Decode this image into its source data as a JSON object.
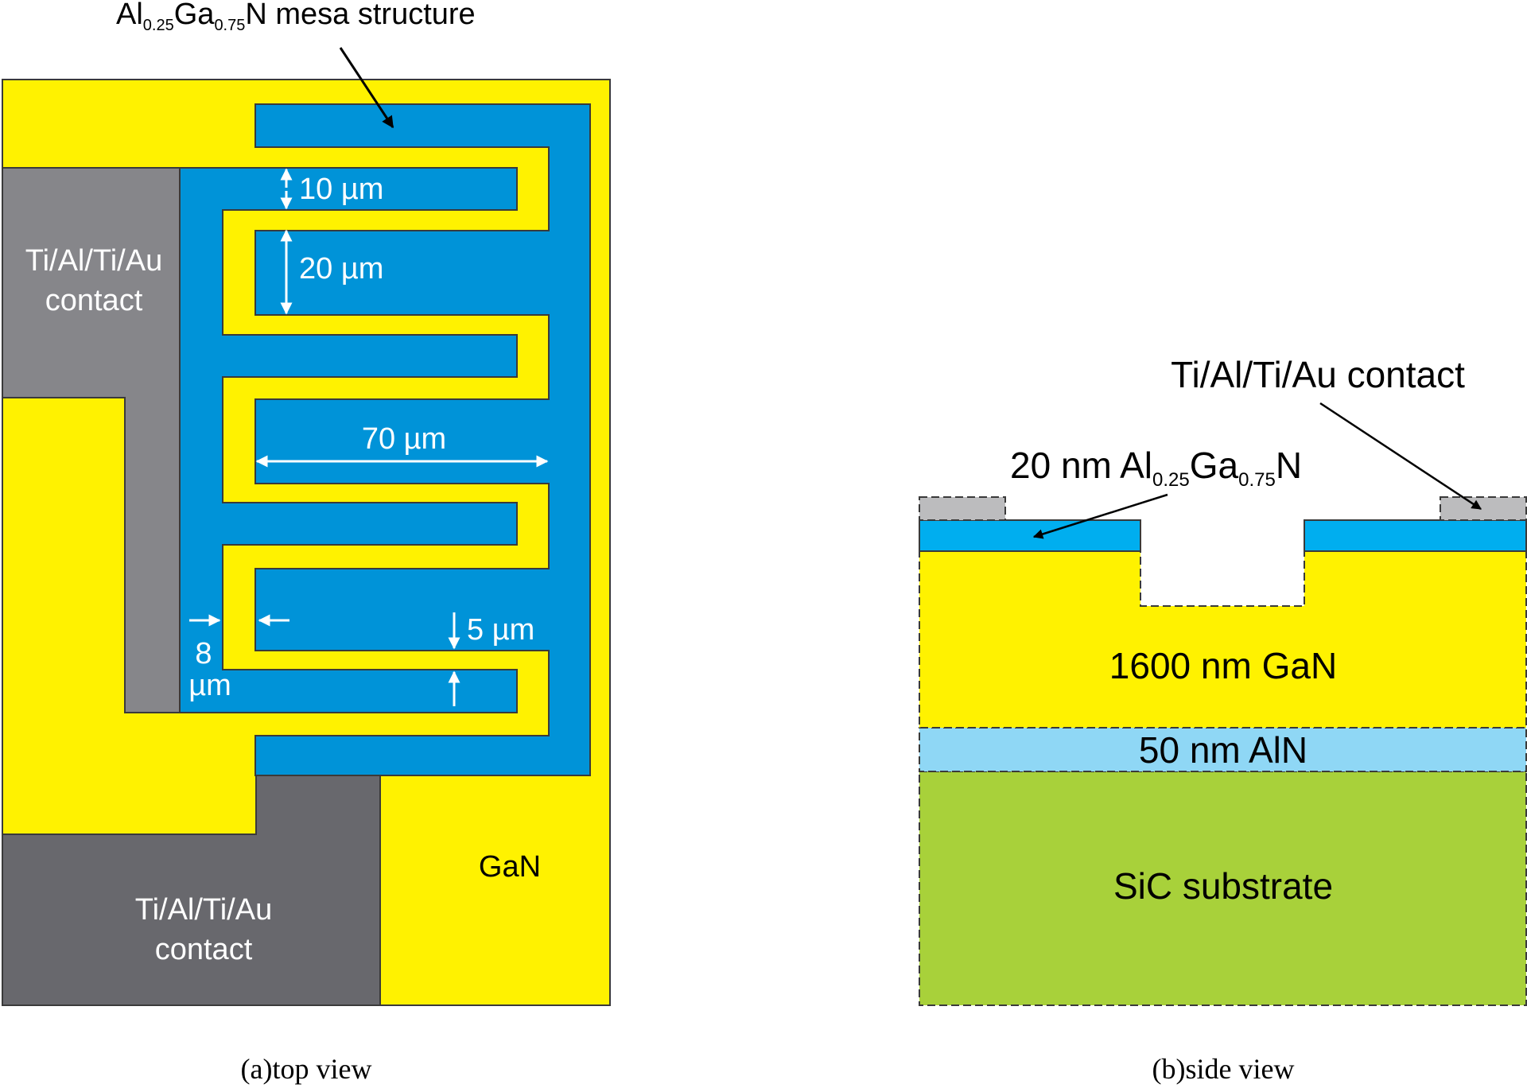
{
  "colors": {
    "gan": "#fff200",
    "algan_mesa": "#0093d8",
    "algan_layer": "#00aeef",
    "contact_left": "#86868a",
    "contact_bottom": "#68686d",
    "contact_side": "#bcbcbe",
    "aln": "#8fd7f5",
    "sic": "#a8d13a",
    "outline": "#3a3a3a"
  },
  "top_view": {
    "mesa_label_pre": "Al",
    "mesa_sub1": "0.25",
    "mesa_mid": "Ga",
    "mesa_sub2": "0.75",
    "mesa_label_post": "N mesa structure",
    "contact_left_line1": "Ti/Al/Ti/Au",
    "contact_left_line2": "contact",
    "contact_bottom_line1": "Ti/Al/Ti/Au",
    "contact_bottom_line2": "contact",
    "gan_label": "GaN",
    "dim_10": "10 µm",
    "dim_20": "20 µm",
    "dim_70": "70 µm",
    "dim_5": "5 µm",
    "dim_8_line1": "8",
    "dim_8_line2": "µm",
    "caption": "(a)top view"
  },
  "side_view": {
    "contact_label": "Ti/Al/Ti/Au contact",
    "algan_pre": "20 nm Al",
    "algan_sub1": "0.25",
    "algan_mid": "Ga",
    "algan_sub2": "0.75",
    "algan_post": "N",
    "gan_label": "1600 nm GaN",
    "aln_label": "50 nm AlN",
    "sic_label": "SiC substrate",
    "caption": "(b)side view"
  }
}
